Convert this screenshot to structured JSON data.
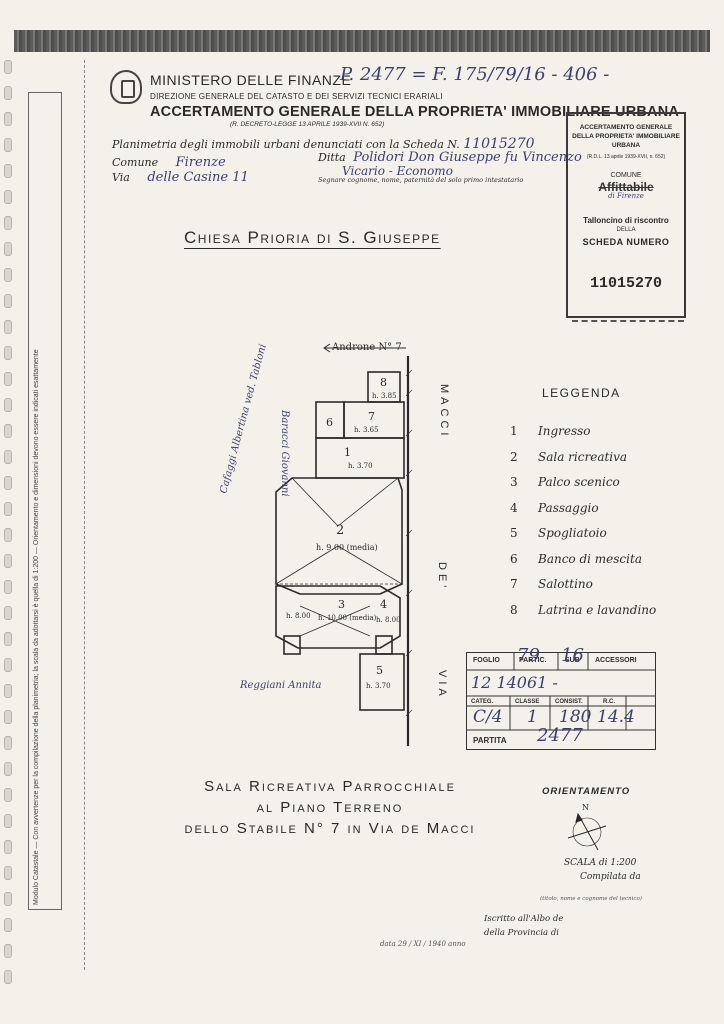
{
  "header": {
    "ministry": "MINISTERO DELLE FINANZE",
    "handwritten_ref": "P. 2477 = F. 175/79/16 - 406 -",
    "directorate": "DIREZIONE GENERALE DEL CATASTO E DEI SERVIZI TECNICI ERARIALI",
    "title": "ACCERTAMENTO GENERALE DELLA PROPRIETA' IMMOBILIARE URBANA",
    "decree": "(R. DECRETO-LEGGE 13 APRILE 1939-XVII N. 652)"
  },
  "form": {
    "planimetria_label": "Planimetria degli immobili urbani denunciati con la Scheda N.",
    "scheda_handwritten": "11015270",
    "comune_label": "Comune",
    "comune_value": "Firenze",
    "ditta_label": "Ditta",
    "ditta_value": "Polidori Don Giuseppe fu Vincenzo",
    "ditta_value_2": "Vicario - Economo",
    "via_label": "Via",
    "via_value": "delle Casine 11",
    "owner_note": "Segnare cognome, nome, paternità del solo primo intestatario"
  },
  "ticket": {
    "heading": "ACCERTAMENTO GENERALE DELLA PROPRIETA' IMMOBILIARE URBANA",
    "decree": "(R.D.L. 13 aprile 1939-XVII, n. 652)",
    "comune_label": "COMUNE",
    "comune_struck": "Affittabile",
    "comune_sub": "di Firenze",
    "tallon": "Talloncino di riscontro",
    "della": "DELLA",
    "scheda": "SCHEDA NUMERO",
    "number": "11015270"
  },
  "property_title": "Chiesa Prioria di S. Giuseppe",
  "plan": {
    "androne": "Androne N° 7",
    "street_macci": "MACCI",
    "street_via": "VIA",
    "street_de": "DE'",
    "neighbor_top": "Baracci Giovanni",
    "neighbor_left": "Cafaggi Albertina ved. Tabloni",
    "neighbor_bottom": "Reggiani Annita",
    "rooms": [
      {
        "num": "1",
        "h": "h. 3.70"
      },
      {
        "num": "2",
        "h": "h. 9.00 (media)"
      },
      {
        "num": "3",
        "h": "h. 10.00 (media)"
      },
      {
        "num": "4",
        "h": "h. 8.00"
      },
      {
        "num": "5",
        "h": "h. 3.70"
      },
      {
        "num": "6",
        "h": ""
      },
      {
        "num": "7",
        "h": "h. 3.65"
      },
      {
        "num": "8",
        "h": "h. 3.85"
      }
    ],
    "h_left": "h. 8.00",
    "h_right": "h. 8.00"
  },
  "legend": {
    "title": "LEGGENDA",
    "items": [
      {
        "n": "1",
        "label": "Ingresso"
      },
      {
        "n": "2",
        "label": "Sala ricreativa"
      },
      {
        "n": "3",
        "label": "Palco scenico"
      },
      {
        "n": "4",
        "label": "Passaggio"
      },
      {
        "n": "5",
        "label": "Spogliatoio"
      },
      {
        "n": "6",
        "label": "Banco di mescita"
      },
      {
        "n": "7",
        "label": "Salottino"
      },
      {
        "n": "8",
        "label": "Latrina e lavandino"
      }
    ]
  },
  "stamp": {
    "foglio": "FOGLIO",
    "partic": "PARTIC.",
    "sub": "SUB",
    "accessori": "ACCESSORI",
    "foglio_val": "79",
    "partic_val": "16",
    "row2": "12 14061 -",
    "categ": "CATEG.",
    "classe": "CLASSE",
    "consist": "CONSIST.",
    "rc": "R.C.",
    "categ_val": "C/4",
    "classe_val": "1",
    "consist_val": "180",
    "rc_val": "14.4",
    "partita": "PARTITA",
    "partita_val": "2477"
  },
  "caption": {
    "line1": "Sala Ricreativa Parrocchiale",
    "line2": "al Piano Terreno",
    "line3": "dello Stabile N° 7 in Via de Macci"
  },
  "orientation": {
    "title": "ORIENTAMENTO",
    "north": "N",
    "scale": "SCALA di 1:200",
    "compiled": "Compilata da",
    "signer_note": "(titolo, nome e cognome del tecnico)",
    "albo_1": "Iscritto all'Albo de",
    "albo_2": "della Provincia di",
    "date_line": "data 29 / XI / 1940 anno"
  },
  "strip": {
    "text": "Modulo Catastale — Con avvertenze per la compilazione della planimetria; la scala da adottarsi è quella di 1:200 — Orientamento e dimensioni devono essere indicati esattamente"
  }
}
